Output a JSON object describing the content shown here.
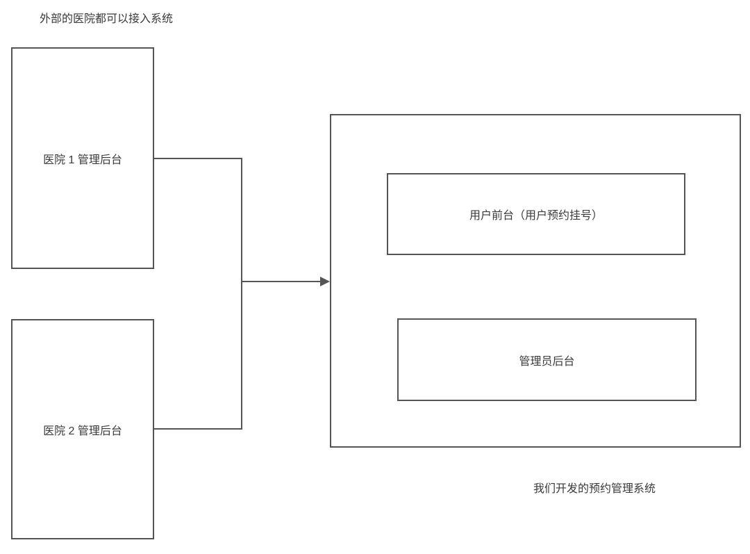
{
  "colors": {
    "canvas_bg": "#ffffff",
    "shape_stroke": "#545454",
    "text_color": "#3a3a3a"
  },
  "diagram": {
    "top_note": "外部的医院都可以接入系统",
    "bottom_note": "我们开发的预约管理系统",
    "nodes": {
      "hospital1": "医院 1 管理后台",
      "hospital2": "医院 2 管理后台",
      "system_user_front": "用户前台（用户预约挂号）",
      "system_admin_back": "管理员后台"
    },
    "edges": [
      {
        "from": "hospital1",
        "to": "system",
        "style": "elbow"
      },
      {
        "from": "hospital2",
        "to": "system",
        "style": "elbow"
      },
      {
        "junction": "merged arrow pointing right into system box"
      }
    ]
  }
}
